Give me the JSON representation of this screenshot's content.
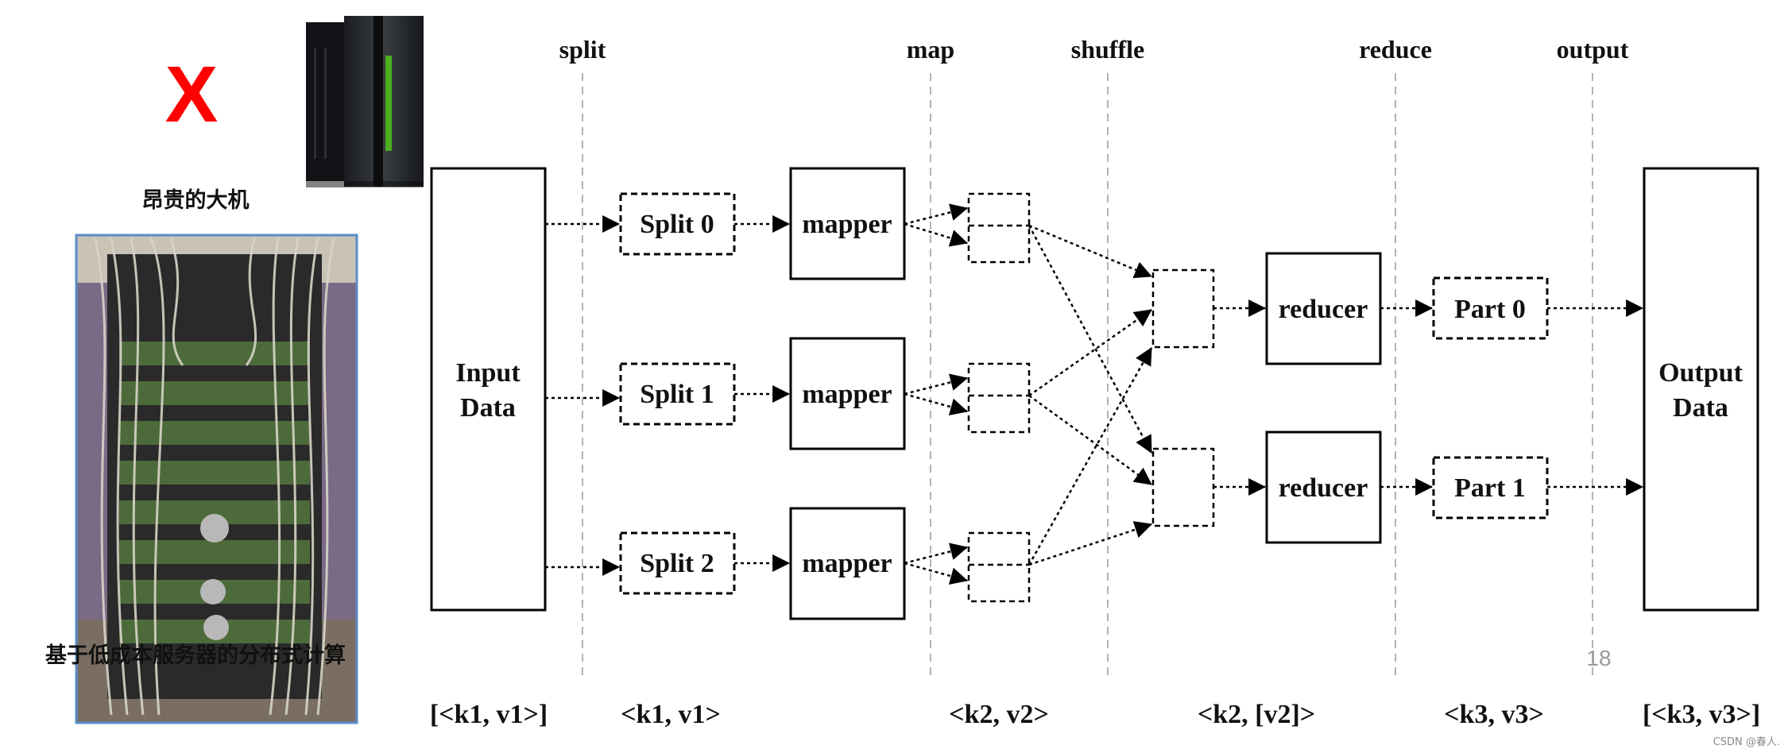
{
  "stages": {
    "split": "split",
    "map": "map",
    "shuffle": "shuffle",
    "reduce": "reduce",
    "output": "output"
  },
  "boxes": {
    "input_line1": "Input",
    "input_line2": "Data",
    "split0": "Split 0",
    "split1": "Split 1",
    "split2": "Split 2",
    "mapper": "mapper",
    "reducer": "reducer",
    "part0": "Part 0",
    "part1": "Part 1",
    "output_line1": "Output",
    "output_line2": "Data"
  },
  "kv_labels": {
    "input": "[<k1, v1>]",
    "split": "<k1, v1>",
    "map": "<k2, v2>",
    "shuffle": "<k2, [v2]>",
    "reduce": "<k3, v3>",
    "output": "[<k3, v3>]"
  },
  "left_panel": {
    "x_mark": "X",
    "mainframe_caption": "昂贵的大机",
    "cluster_caption": "基于低成本服务器的分布式计算"
  },
  "page_number": "18",
  "watermark": "CSDN @春人."
}
